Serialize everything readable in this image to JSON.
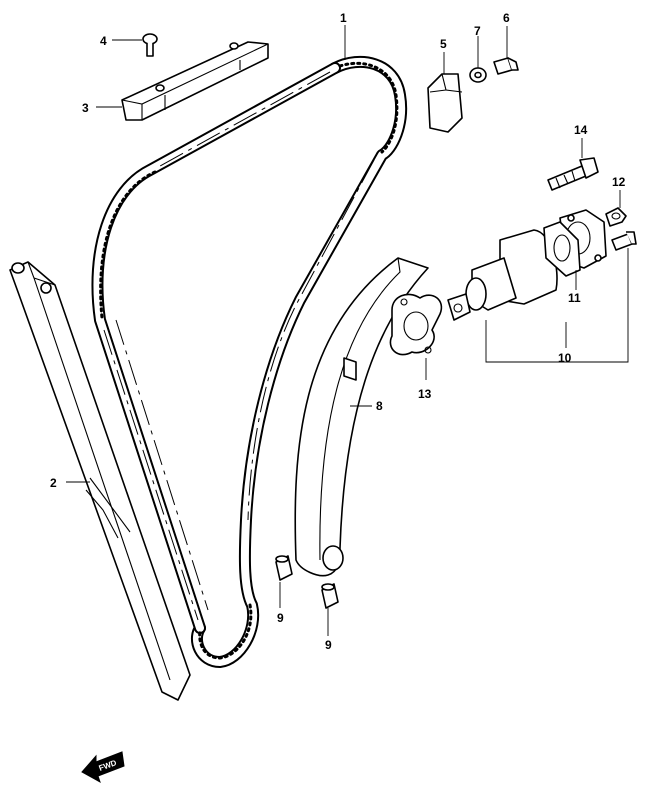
{
  "callouts": [
    {
      "id": "label-1",
      "text": "1"
    },
    {
      "id": "label-2",
      "text": "2"
    },
    {
      "id": "label-3",
      "text": "3"
    },
    {
      "id": "label-4",
      "text": "4"
    },
    {
      "id": "label-5",
      "text": "5"
    },
    {
      "id": "label-6",
      "text": "6"
    },
    {
      "id": "label-7",
      "text": "7"
    },
    {
      "id": "label-8",
      "text": "8"
    },
    {
      "id": "label-9a",
      "text": "9"
    },
    {
      "id": "label-9b",
      "text": "9"
    },
    {
      "id": "label-10",
      "text": "10"
    },
    {
      "id": "label-11",
      "text": "11"
    },
    {
      "id": "label-12",
      "text": "12"
    },
    {
      "id": "label-13",
      "text": "13"
    },
    {
      "id": "label-14",
      "text": "14"
    }
  ],
  "direction_marker": {
    "text": "FWD",
    "icon": "arrow-left-icon"
  }
}
